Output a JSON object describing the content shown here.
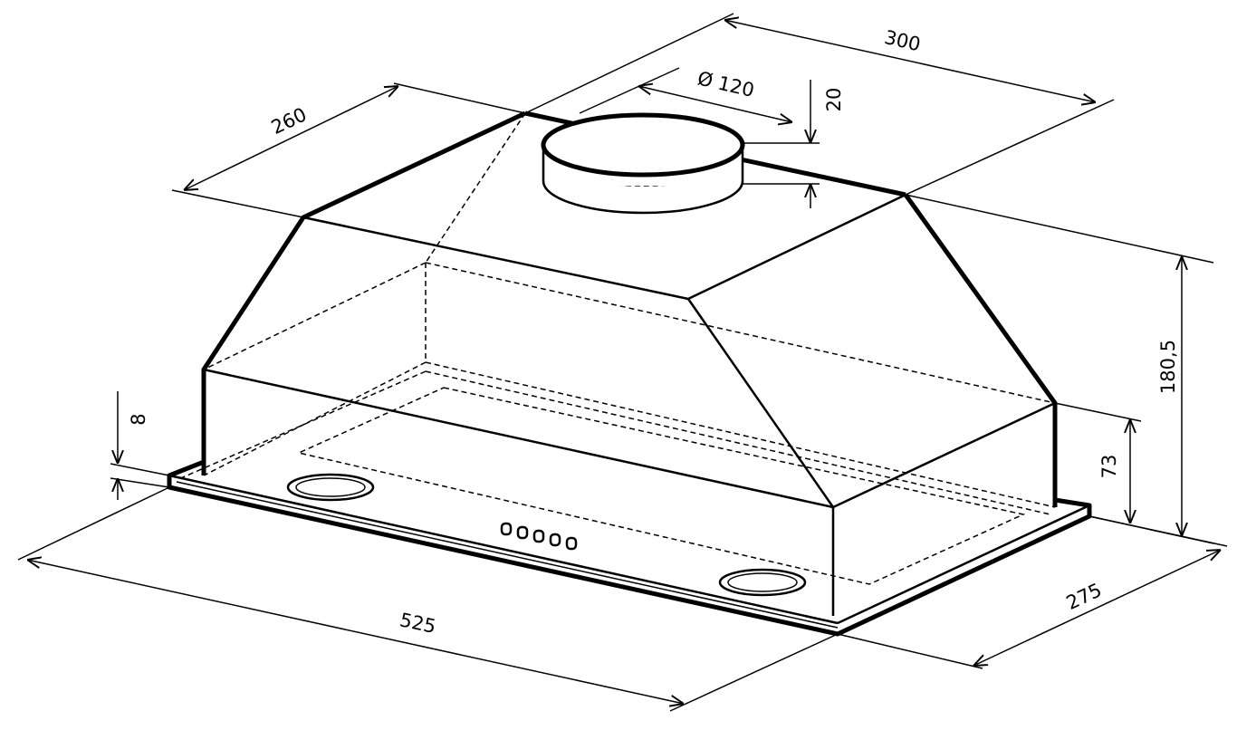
{
  "title": "Built-in cooker hood dimensional drawing",
  "dimensions": {
    "depth_top": "260",
    "width_top": "300",
    "duct_diameter": "Ø 120",
    "duct_height": "20",
    "total_height": "180,5",
    "body_height": "73",
    "plate_thickness": "8",
    "width_bottom": "525",
    "depth_bottom": "275"
  },
  "colors": {
    "line": "#000000",
    "background": "#ffffff"
  }
}
